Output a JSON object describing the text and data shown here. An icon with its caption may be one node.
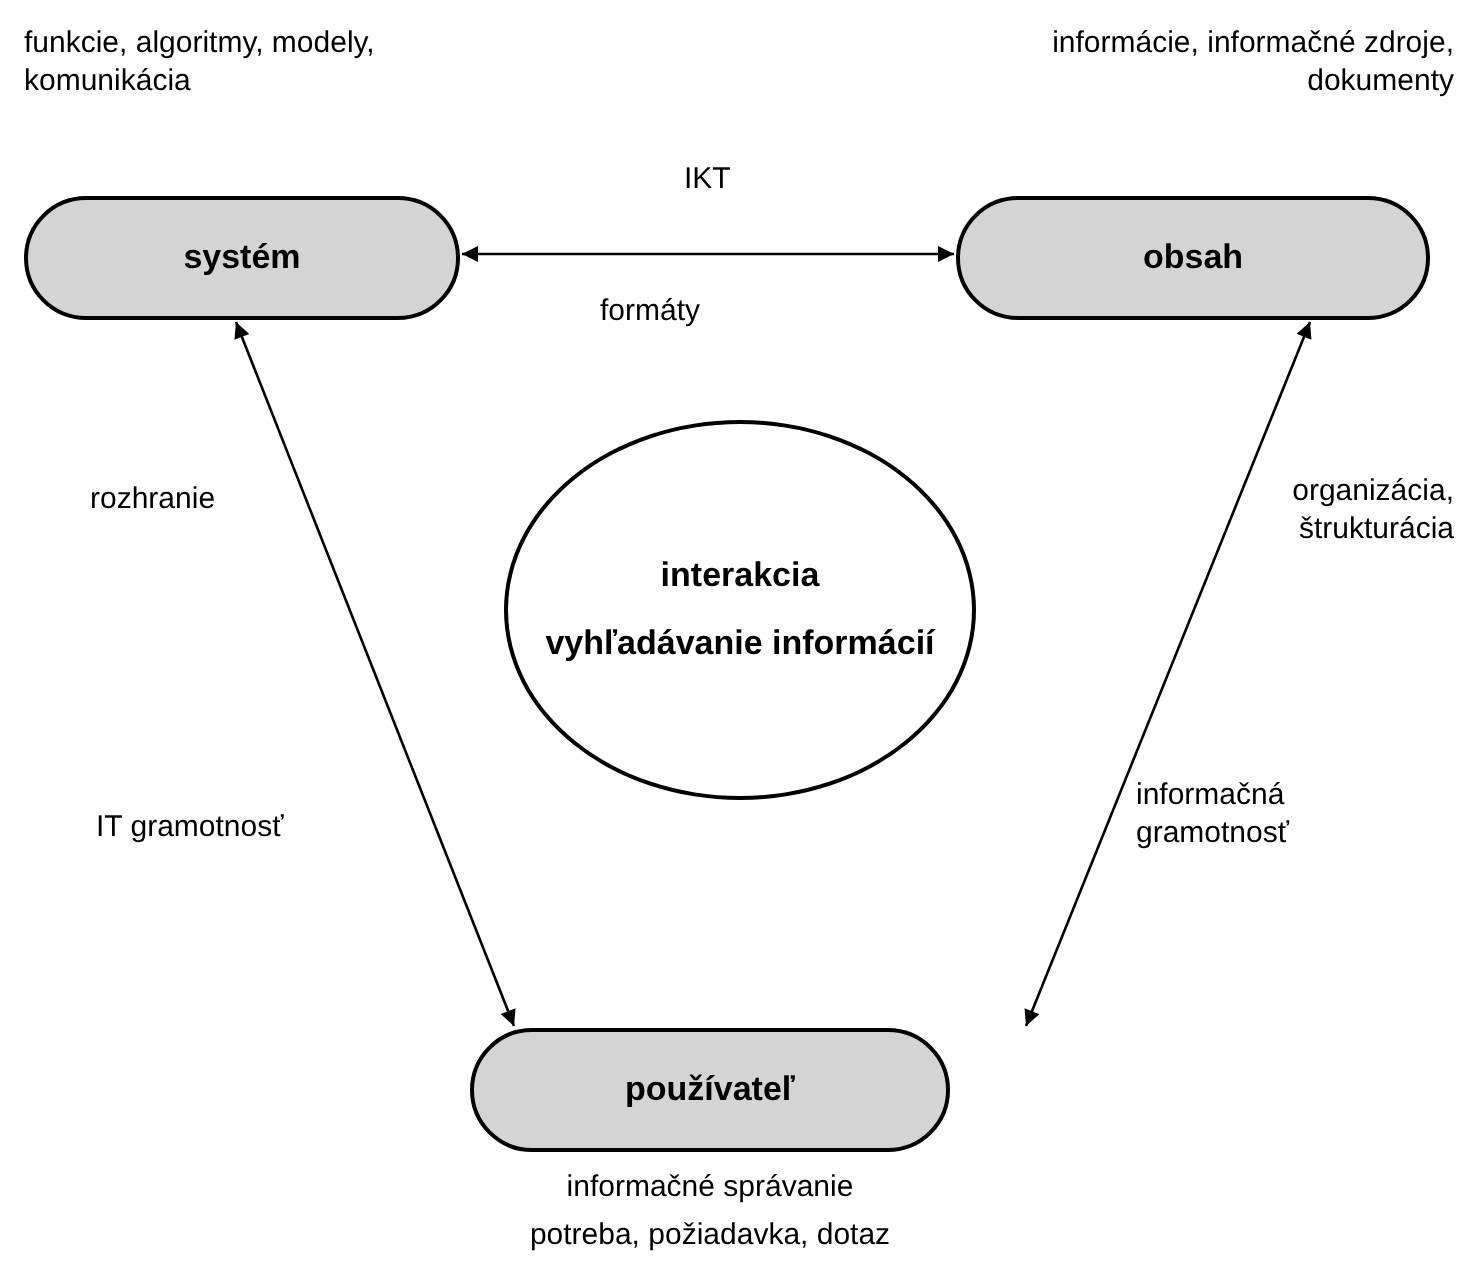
{
  "diagram": {
    "nodes": [
      {
        "text": [
          "systém"
        ],
        "beside": [
          "funkcie, algoritmy, modely, komunikácia"
        ]
      },
      {
        "text": [
          "obsah"
        ],
        "beside": [
          "informácie, informačné zdroje, dokumenty"
        ]
      },
      {
        "text": [
          "interakcia",
          "vyhľadávanie informácií"
        ]
      },
      {
        "text": [
          "používateľ"
        ],
        "beside": [
          "informačné správanie",
          "potreba, požiadavka, dotaz"
        ]
      }
    ],
    "edges": [
      {
        "from": 0,
        "to": 1,
        "arrow": "both",
        "label": "IKT"
      },
      {
        "from": 0,
        "to": 3,
        "arrow": "both"
      },
      {
        "from": 1,
        "to": 3,
        "arrow": "both"
      }
    ],
    "labels": [
      "formáty",
      "rozhranie",
      "organizácia, štrukturácia",
      "IT gramotnosť",
      "informačná gramotnosť"
    ]
  }
}
